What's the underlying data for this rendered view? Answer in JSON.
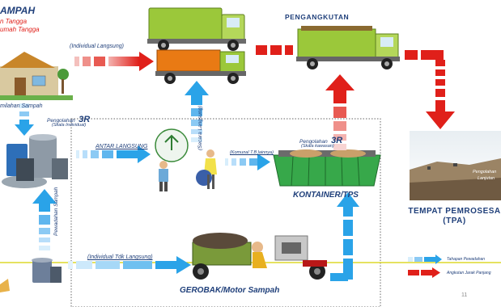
{
  "title_partial": "AMPAH",
  "subtitle_red_1": "n Tangga",
  "subtitle_red_2": "umah Tangga",
  "labels": {
    "individual_direct": "(Individual Langsung)",
    "pengangkutan": "PENGANGKUTAN",
    "pemilahan": "milahan Sampah",
    "pengolahan_3r_left_prefix": "Pengolahan",
    "pengolahan_3r_left_3r": "3R",
    "pengolahan_3r_left_sub": "(Skala Individual)",
    "antar_langsung": "ANTAR LANGSUNG",
    "secara_langsung": "(Secara Langsung)",
    "komunal": "(Komunal T.B lainnya)",
    "pengolahan_3r_right_prefix": "Pengolahan",
    "pengolahan_3r_right_3r": "3R",
    "pengolahan_3r_right_sub": "(Skala kawasan)",
    "kontainer": "KONTAINER/TPS",
    "pewadahan": "Pewadahan Sampah",
    "individual_tidak_langsung": "(Individual Tdk Langsung)",
    "gerobak": "GEROBAK/Motor Sampah",
    "tpa_line1": "TEMPAT PEMROSESA",
    "tpa_line2": "(TPA)",
    "tpa_photo_text_1": "Pengolahan",
    "tpa_photo_text_2": "Lanjutan",
    "legend_blue": "Tahapan Pewadahan",
    "legend_red": "Angkutan Jarak Panjang",
    "page_number": "11"
  },
  "colors": {
    "blue_arrow": "#2aa3e8",
    "red_arrow": "#e0201a",
    "navy_text": "#1f3f7a",
    "truck_green": "#9bc83a"
  }
}
